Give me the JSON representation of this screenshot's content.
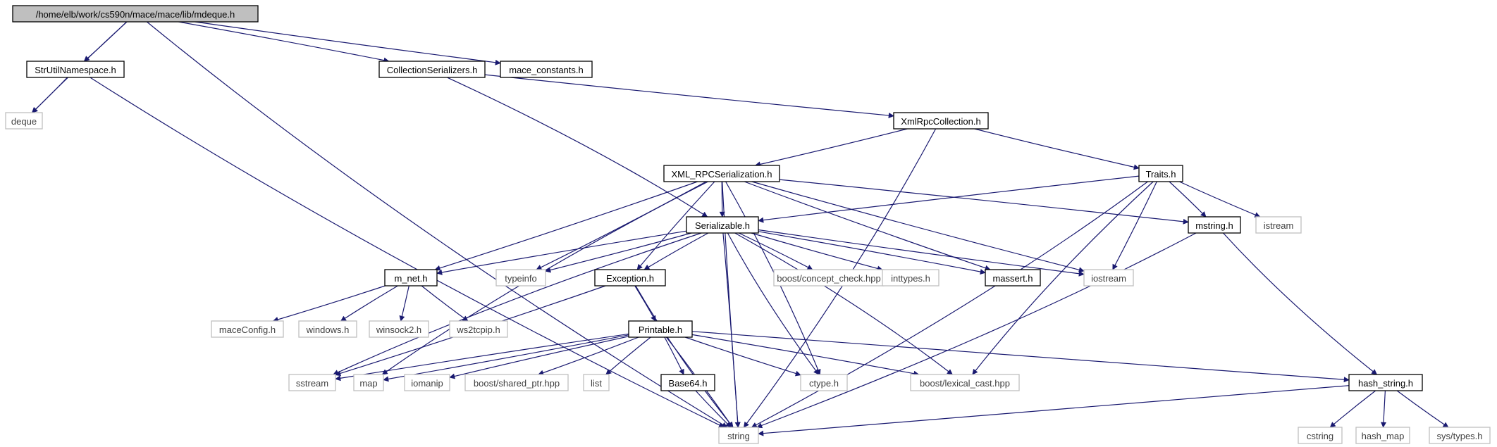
{
  "colors": {
    "background": "#ffffff",
    "edge": "#191970",
    "arrowhead": "#191970",
    "root_fill": "#bfbfbf",
    "root_border": "#000000",
    "documented_border": "#000000",
    "external_border": "#bfbfbf",
    "external_text": "#404040",
    "text": "#000000"
  },
  "nodes": [
    {
      "id": "root",
      "label": "/home/elb/work/cs590n/mace/mace/lib/mdeque.h",
      "kind": "root"
    },
    {
      "id": "strutil",
      "label": "StrUtilNamespace.h",
      "kind": "documented"
    },
    {
      "id": "collser",
      "label": "CollectionSerializers.h",
      "kind": "documented"
    },
    {
      "id": "maceconst",
      "label": "mace_constants.h",
      "kind": "documented"
    },
    {
      "id": "deque",
      "label": "deque",
      "kind": "external"
    },
    {
      "id": "xmlrpccoll",
      "label": "XmlRpcCollection.h",
      "kind": "documented"
    },
    {
      "id": "xmlrpcser",
      "label": "XML_RPCSerialization.h",
      "kind": "documented"
    },
    {
      "id": "traits",
      "label": "Traits.h",
      "kind": "documented"
    },
    {
      "id": "serializable",
      "label": "Serializable.h",
      "kind": "documented"
    },
    {
      "id": "mstring",
      "label": "mstring.h",
      "kind": "documented"
    },
    {
      "id": "istream",
      "label": "istream",
      "kind": "external"
    },
    {
      "id": "mnet",
      "label": "m_net.h",
      "kind": "documented"
    },
    {
      "id": "typeinfo",
      "label": "typeinfo",
      "kind": "external"
    },
    {
      "id": "exception",
      "label": "Exception.h",
      "kind": "documented"
    },
    {
      "id": "conceptcheck",
      "label": "boost/concept_check.hpp",
      "kind": "external"
    },
    {
      "id": "inttypes",
      "label": "inttypes.h",
      "kind": "external"
    },
    {
      "id": "massert",
      "label": "massert.h",
      "kind": "documented"
    },
    {
      "id": "iostream",
      "label": "iostream",
      "kind": "external"
    },
    {
      "id": "maceconfig",
      "label": "maceConfig.h",
      "kind": "external"
    },
    {
      "id": "windows",
      "label": "windows.h",
      "kind": "external"
    },
    {
      "id": "winsock2",
      "label": "winsock2.h",
      "kind": "external"
    },
    {
      "id": "ws2tcpip",
      "label": "ws2tcpip.h",
      "kind": "external"
    },
    {
      "id": "printable",
      "label": "Printable.h",
      "kind": "documented"
    },
    {
      "id": "sstream",
      "label": "sstream",
      "kind": "external"
    },
    {
      "id": "map",
      "label": "map",
      "kind": "external"
    },
    {
      "id": "iomanip",
      "label": "iomanip",
      "kind": "external"
    },
    {
      "id": "sharedptr",
      "label": "boost/shared_ptr.hpp",
      "kind": "external"
    },
    {
      "id": "list",
      "label": "list",
      "kind": "external"
    },
    {
      "id": "base64",
      "label": "Base64.h",
      "kind": "documented"
    },
    {
      "id": "ctype",
      "label": "ctype.h",
      "kind": "external"
    },
    {
      "id": "lexicalcast",
      "label": "boost/lexical_cast.hpp",
      "kind": "external"
    },
    {
      "id": "hashstring",
      "label": "hash_string.h",
      "kind": "documented"
    },
    {
      "id": "string",
      "label": "string",
      "kind": "external"
    },
    {
      "id": "cstring",
      "label": "cstring",
      "kind": "external"
    },
    {
      "id": "hashmap",
      "label": "hash_map",
      "kind": "external"
    },
    {
      "id": "systypes",
      "label": "sys/types.h",
      "kind": "external"
    }
  ],
  "edges": [
    [
      "root",
      "deque"
    ],
    [
      "root",
      "strutil"
    ],
    [
      "root",
      "string"
    ],
    [
      "root",
      "collser"
    ],
    [
      "root",
      "maceconst"
    ],
    [
      "strutil",
      "deque"
    ],
    [
      "strutil",
      "string"
    ],
    [
      "collser",
      "serializable"
    ],
    [
      "collser",
      "xmlrpccoll"
    ],
    [
      "xmlrpccoll",
      "xmlrpcser"
    ],
    [
      "xmlrpccoll",
      "traits"
    ],
    [
      "xmlrpccoll",
      "string"
    ],
    [
      "xmlrpcser",
      "string"
    ],
    [
      "xmlrpcser",
      "mnet"
    ],
    [
      "xmlrpcser",
      "map"
    ],
    [
      "xmlrpcser",
      "typeinfo"
    ],
    [
      "xmlrpcser",
      "exception"
    ],
    [
      "xmlrpcser",
      "serializable"
    ],
    [
      "xmlrpcser",
      "massert"
    ],
    [
      "xmlrpcser",
      "ctype"
    ],
    [
      "xmlrpcser",
      "iostream"
    ],
    [
      "xmlrpcser",
      "mstring"
    ],
    [
      "traits",
      "serializable"
    ],
    [
      "traits",
      "mstring"
    ],
    [
      "traits",
      "istream"
    ],
    [
      "traits",
      "iostream"
    ],
    [
      "traits",
      "lexicalcast"
    ],
    [
      "traits",
      "string"
    ],
    [
      "serializable",
      "mnet"
    ],
    [
      "serializable",
      "typeinfo"
    ],
    [
      "serializable",
      "exception"
    ],
    [
      "serializable",
      "conceptcheck"
    ],
    [
      "serializable",
      "inttypes"
    ],
    [
      "serializable",
      "massert"
    ],
    [
      "serializable",
      "iostream"
    ],
    [
      "serializable",
      "string"
    ],
    [
      "serializable",
      "ctype"
    ],
    [
      "serializable",
      "lexicalcast"
    ],
    [
      "serializable",
      "sstream"
    ],
    [
      "mstring",
      "string"
    ],
    [
      "mstring",
      "hashstring"
    ],
    [
      "mnet",
      "maceconfig"
    ],
    [
      "mnet",
      "windows"
    ],
    [
      "mnet",
      "winsock2"
    ],
    [
      "mnet",
      "ws2tcpip"
    ],
    [
      "exception",
      "printable"
    ],
    [
      "exception",
      "string"
    ],
    [
      "exception",
      "sstream"
    ],
    [
      "printable",
      "sstream"
    ],
    [
      "printable",
      "map"
    ],
    [
      "printable",
      "iomanip"
    ],
    [
      "printable",
      "sharedptr"
    ],
    [
      "printable",
      "list"
    ],
    [
      "printable",
      "base64"
    ],
    [
      "printable",
      "ctype"
    ],
    [
      "printable",
      "lexicalcast"
    ],
    [
      "printable",
      "hashstring"
    ],
    [
      "printable",
      "string"
    ],
    [
      "base64",
      "string"
    ],
    [
      "hashstring",
      "string"
    ],
    [
      "hashstring",
      "cstring"
    ],
    [
      "hashstring",
      "hashmap"
    ],
    [
      "hashstring",
      "systypes"
    ]
  ]
}
